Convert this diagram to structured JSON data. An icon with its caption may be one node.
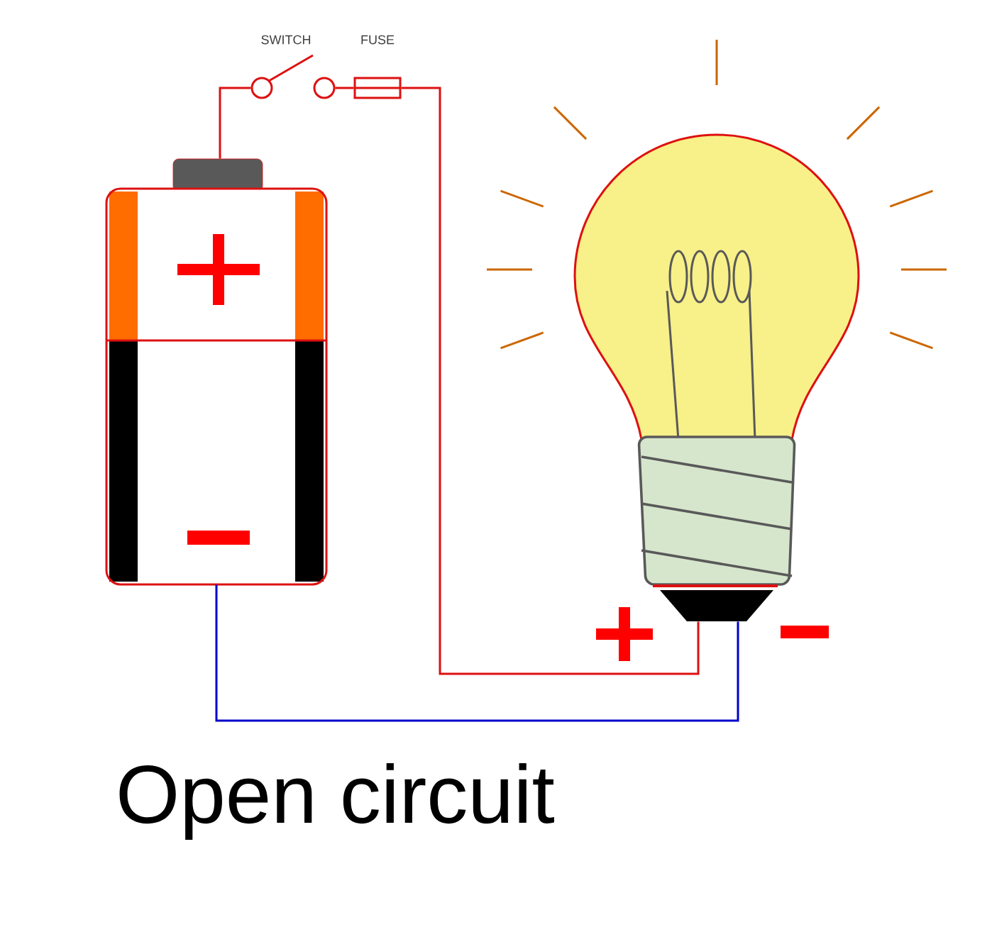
{
  "diagram": {
    "title": "Open circuit",
    "nodes": [
      {
        "text": [],
        "shape": "picture"
      },
      {
        "text": [
          "SWITCH"
        ]
      },
      {
        "text": [
          "FUSE"
        ]
      },
      {
        "text": [],
        "shape": "picture"
      }
    ],
    "edges": [
      {
        "from": 0,
        "to": 1,
        "arrow": "none"
      },
      {
        "from": 1,
        "to": 2,
        "arrow": "none"
      },
      {
        "from": 2,
        "to": 3,
        "arrow": "none"
      },
      {
        "from": 0,
        "to": 3,
        "arrow": "none",
        "color": "#0000cc"
      }
    ]
  }
}
